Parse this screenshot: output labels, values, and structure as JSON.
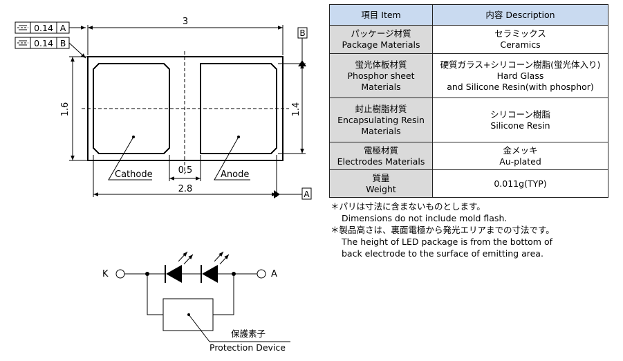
{
  "dimensions": {
    "overall_width": "3",
    "overall_height": "1.6",
    "pad_height": "1.4",
    "pad_gap": "0.5",
    "pad_span": "2.8",
    "tolerance_a": "0.14",
    "datum_a": "A",
    "tolerance_b": "0.14",
    "datum_b": "B",
    "datum_a_label": "A",
    "datum_b_label": "B",
    "cathode_label": "Cathode",
    "anode_label": "Anode"
  },
  "circuit": {
    "terminal_k": "K",
    "terminal_a": "A",
    "protection_jp": "保護素子",
    "protection_en": "Protection Device"
  },
  "table": {
    "header_item": "項目 Item",
    "header_desc": "内容 Description",
    "rows": [
      {
        "item": [
          "パッケージ材質",
          "Package Materials"
        ],
        "desc": [
          "セラミックス",
          "Ceramics"
        ]
      },
      {
        "item": [
          "蛍光体板材質",
          "Phosphor sheet",
          "Materials"
        ],
        "desc": [
          "硬質ガラス+シリコーン樹脂(蛍光体入り)",
          "Hard Glass",
          "and Silicone Resin(with phosphor)"
        ]
      },
      {
        "item": [
          "封止樹脂材質",
          "Encapsulating Resin",
          "Materials"
        ],
        "desc": [
          "シリコーン樹脂",
          "Silicone Resin"
        ]
      },
      {
        "item": [
          "電極材質",
          "Electrodes Materials"
        ],
        "desc": [
          "金メッキ",
          "Au-plated"
        ]
      },
      {
        "item": [
          "質量",
          "Weight"
        ],
        "desc": [
          "0.011g(TYP)"
        ]
      }
    ]
  },
  "notes": [
    {
      "jp": "＊パリは寸法に含まないものとします。",
      "en": "Dimensions do not include mold flash."
    },
    {
      "jp": "＊製品高さは、裏面電極から発光エリアまでの寸法です。",
      "en1": "The height of LED package is from the bottom of",
      "en2": "back electrode to the surface of emitting area."
    }
  ]
}
